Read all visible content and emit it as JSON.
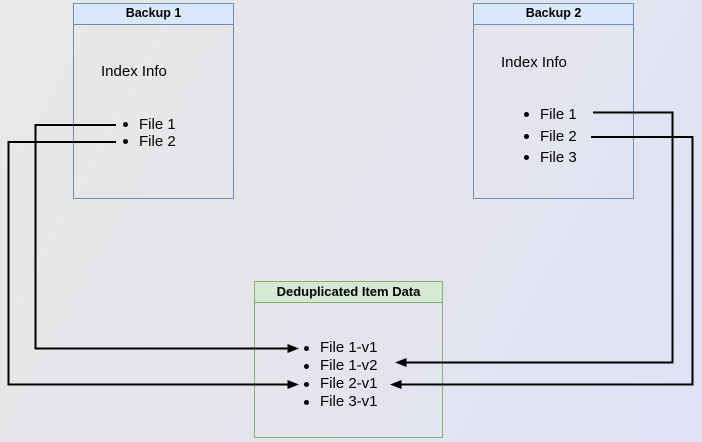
{
  "backup1": {
    "title": "Backup 1",
    "subtitle": "Index Info",
    "files": [
      "File 1",
      "File 2"
    ]
  },
  "backup2": {
    "title": "Backup 2",
    "subtitle": "Index Info",
    "files": [
      "File 1",
      "File 2",
      "File 3"
    ]
  },
  "dedup": {
    "title": "Deduplicated Item Data",
    "items": [
      "File 1-v1",
      "File 1-v2",
      "File 2-v1",
      "File 3-v1"
    ]
  },
  "connections": [
    {
      "from": "Backup 1 / File 1",
      "to": "File 1-v1"
    },
    {
      "from": "Backup 1 / File 2",
      "to": "File 2-v1"
    },
    {
      "from": "Backup 2 / File 1",
      "to": "File 1-v2"
    },
    {
      "from": "Backup 2 / File 2",
      "to": "File 2-v1"
    }
  ],
  "colors": {
    "blue_box_border": "#6c8ebf",
    "blue_box_header": "#dae8fc",
    "green_box_border": "#82b366",
    "green_box_header": "#d5e8d4",
    "arrow": "#000000",
    "background_top_left": "#e9e8e6",
    "background_bottom_right": "#dfe2f6"
  }
}
